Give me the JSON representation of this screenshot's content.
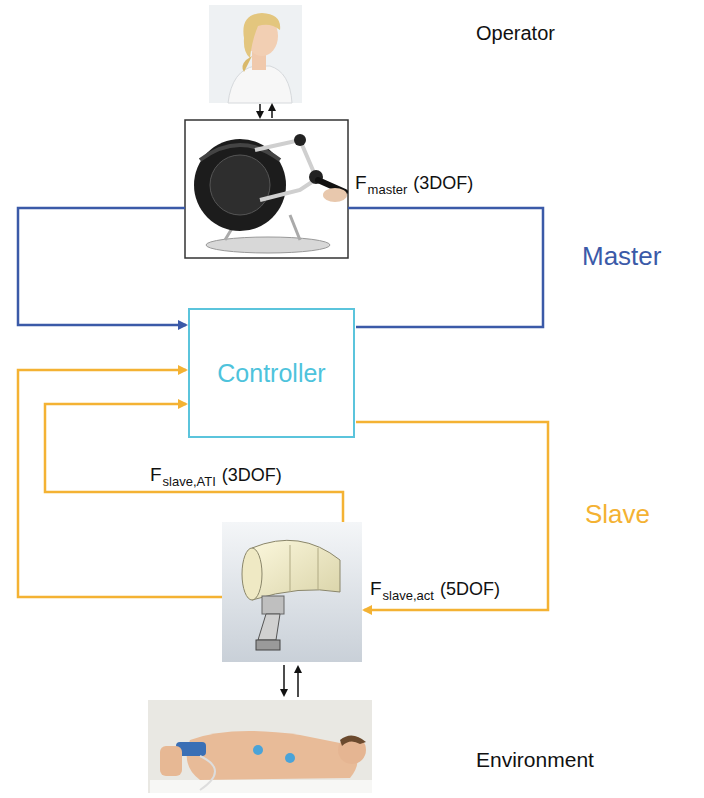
{
  "diagram": {
    "nodes": [
      {
        "text": [
          "Controller"
        ]
      }
    ],
    "labels": [
      "Operator",
      "F",
      "master",
      "(3DOF)",
      "Master",
      "F",
      "slave,ATI",
      "(3DOF)",
      "Slave",
      "F",
      "slave,act",
      "(5DOF)",
      "Environment"
    ]
  }
}
